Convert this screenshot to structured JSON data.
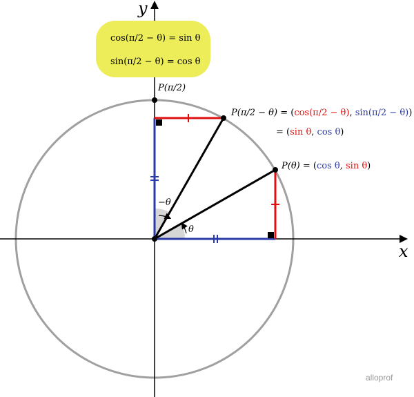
{
  "colors": {
    "red": "#e01010",
    "blue": "#2a3aa8",
    "circle": "#a0a0a0",
    "box": "#eded5a",
    "angle_fill": "#d6d6d6"
  },
  "axes": {
    "x": "x",
    "y": "y"
  },
  "identities": {
    "line1": {
      "fn": "cos",
      "arg": "π/2 − θ",
      "eq": "= sin θ"
    },
    "line2": {
      "fn": "sin",
      "arg": "π/2 − θ",
      "eq": "= cos θ"
    }
  },
  "points": {
    "p_top": {
      "label": "P(π/2)"
    },
    "p_comp": {
      "label": "P(π/2 − θ) =",
      "coords_cos": "cos(π/2 − θ)",
      "coords_sin": "sin(π/2 − θ)",
      "equiv_sin": "sin θ",
      "equiv_cos": "cos θ"
    },
    "p_theta": {
      "label": "P(θ) =",
      "cos": "cos θ",
      "sin": "sin θ"
    }
  },
  "angles": {
    "theta": "θ",
    "neg_theta": "−θ"
  },
  "brand": "alloprof"
}
